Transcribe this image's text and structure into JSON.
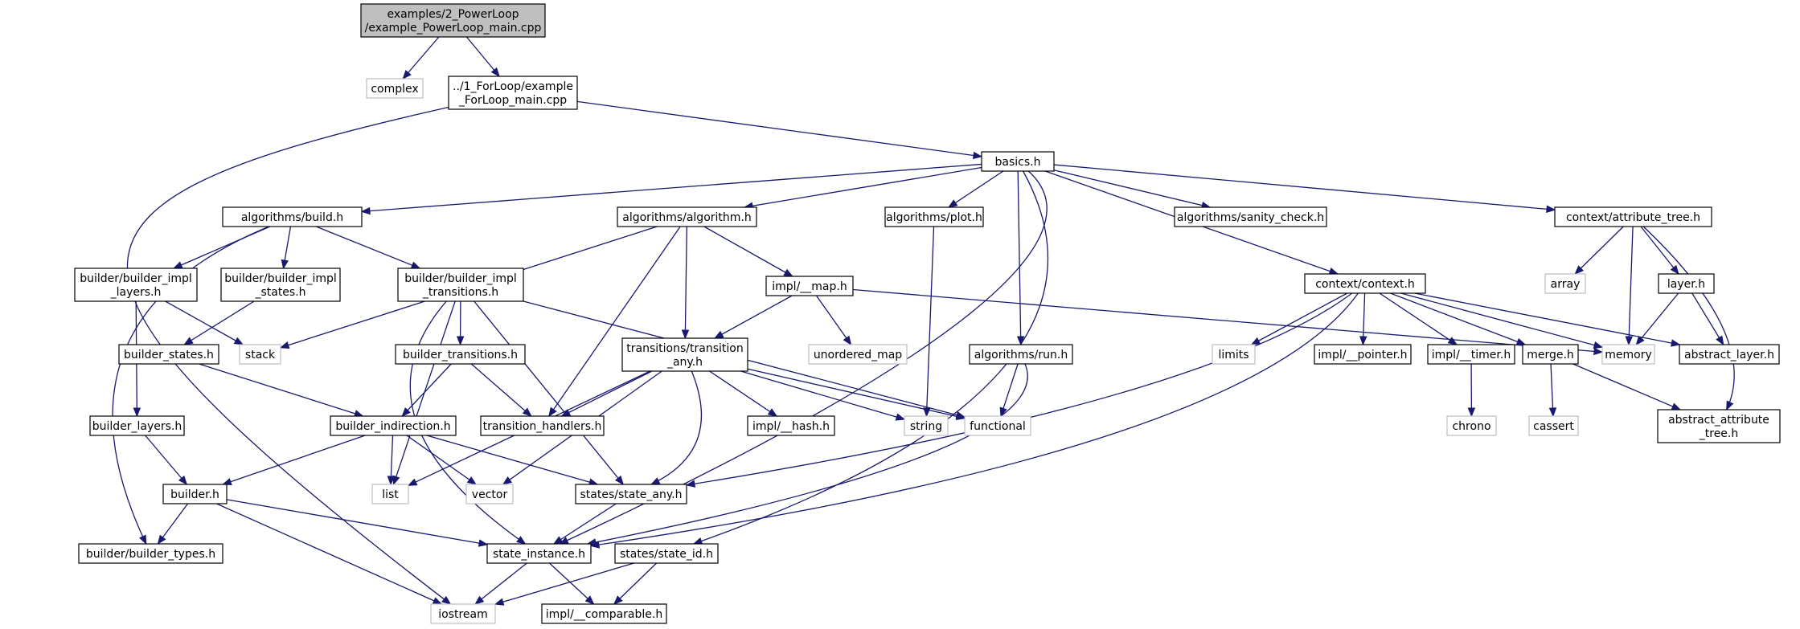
{
  "colors": {
    "edge": "#191970",
    "root_fill": "#bfbfbf",
    "local_border": "#000000",
    "external_border": "#bfbfbf",
    "background": "#ffffff"
  },
  "nodes": {
    "root": [
      "examples/2_PowerLoop",
      "/example_PowerLoop_main.cpp"
    ],
    "complex": [
      "complex"
    ],
    "forloop": [
      "../1_ForLoop/example",
      "_ForLoop_main.cpp"
    ],
    "basics": [
      "basics.h"
    ],
    "alg_build": [
      "algorithms/build.h"
    ],
    "alg_algorithm": [
      "algorithms/algorithm.h"
    ],
    "alg_plot": [
      "algorithms/plot.h"
    ],
    "alg_sanity": [
      "algorithms/sanity_check.h"
    ],
    "ctx_attr": [
      "context/attribute_tree.h"
    ],
    "bi_layers": [
      "builder/builder_impl",
      "_layers.h"
    ],
    "bi_states": [
      "builder/builder_impl",
      "_states.h"
    ],
    "bi_trans": [
      "builder/builder_impl",
      "_transitions.h"
    ],
    "impl_map": [
      "impl/__map.h"
    ],
    "ctx_context": [
      "context/context.h"
    ],
    "array": [
      "array"
    ],
    "layer": [
      "layer.h"
    ],
    "b_states": [
      "builder_states.h"
    ],
    "stack": [
      "stack"
    ],
    "b_transitions": [
      "builder_transitions.h"
    ],
    "tr_any": [
      "transitions/transition",
      "_any.h"
    ],
    "unordered_map": [
      "unordered_map"
    ],
    "alg_run": [
      "algorithms/run.h"
    ],
    "limits": [
      "limits"
    ],
    "impl_pointer": [
      "impl/__pointer.h"
    ],
    "impl_timer": [
      "impl/__timer.h"
    ],
    "merge": [
      "merge.h"
    ],
    "memory": [
      "memory"
    ],
    "abstract_layer": [
      "abstract_layer.h"
    ],
    "b_layers": [
      "builder_layers.h"
    ],
    "b_indirection": [
      "builder_indirection.h"
    ],
    "tr_handlers": [
      "transition_handlers.h"
    ],
    "impl_hash": [
      "impl/__hash.h"
    ],
    "string": [
      "string"
    ],
    "functional": [
      "functional"
    ],
    "chrono": [
      "chrono"
    ],
    "cassert": [
      "cassert"
    ],
    "abstract_attr": [
      "abstract_attribute",
      "_tree.h"
    ],
    "builder": [
      "builder.h"
    ],
    "list": [
      "list"
    ],
    "vector": [
      "vector"
    ],
    "st_any": [
      "states/state_any.h"
    ],
    "b_types": [
      "builder/builder_types.h"
    ],
    "st_instance": [
      "state_instance.h"
    ],
    "st_id": [
      "states/state_id.h"
    ],
    "iostream": [
      "iostream"
    ],
    "impl_comparable": [
      "impl/__comparable.h"
    ]
  }
}
